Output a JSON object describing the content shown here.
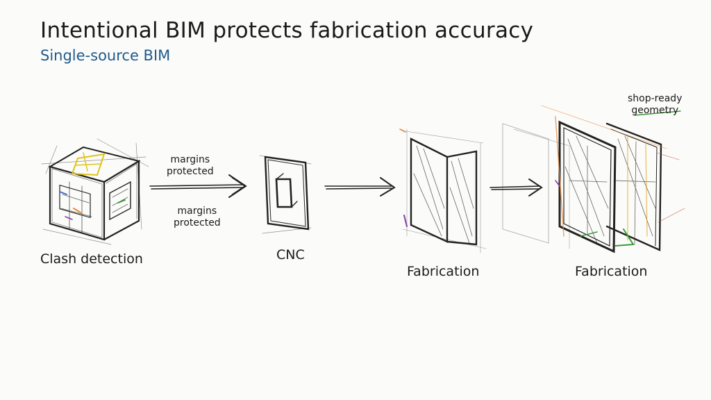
{
  "title": "Intentional BIM protects fabrication accuracy",
  "subtitle": "Single-source BIM",
  "stages": [
    {
      "label": "Clash detection"
    },
    {
      "label": "CNC"
    },
    {
      "label": "Fabrication"
    },
    {
      "label": "Fabrication"
    }
  ],
  "annotations": {
    "margins_top": [
      "margins",
      "protected"
    ],
    "margins_bottom": [
      "margins",
      "protected"
    ],
    "shop_ready": [
      "shop-ready",
      "geometry"
    ]
  },
  "colors": {
    "ink": "#1a1a1a",
    "subtitle_blue": "#1f5a8c",
    "accent_yellow": "#e0c21a",
    "accent_orange": "#e8893a",
    "accent_green": "#3a9a3a",
    "accent_purple": "#8a3aa8",
    "accent_blue": "#3a6ac8"
  }
}
